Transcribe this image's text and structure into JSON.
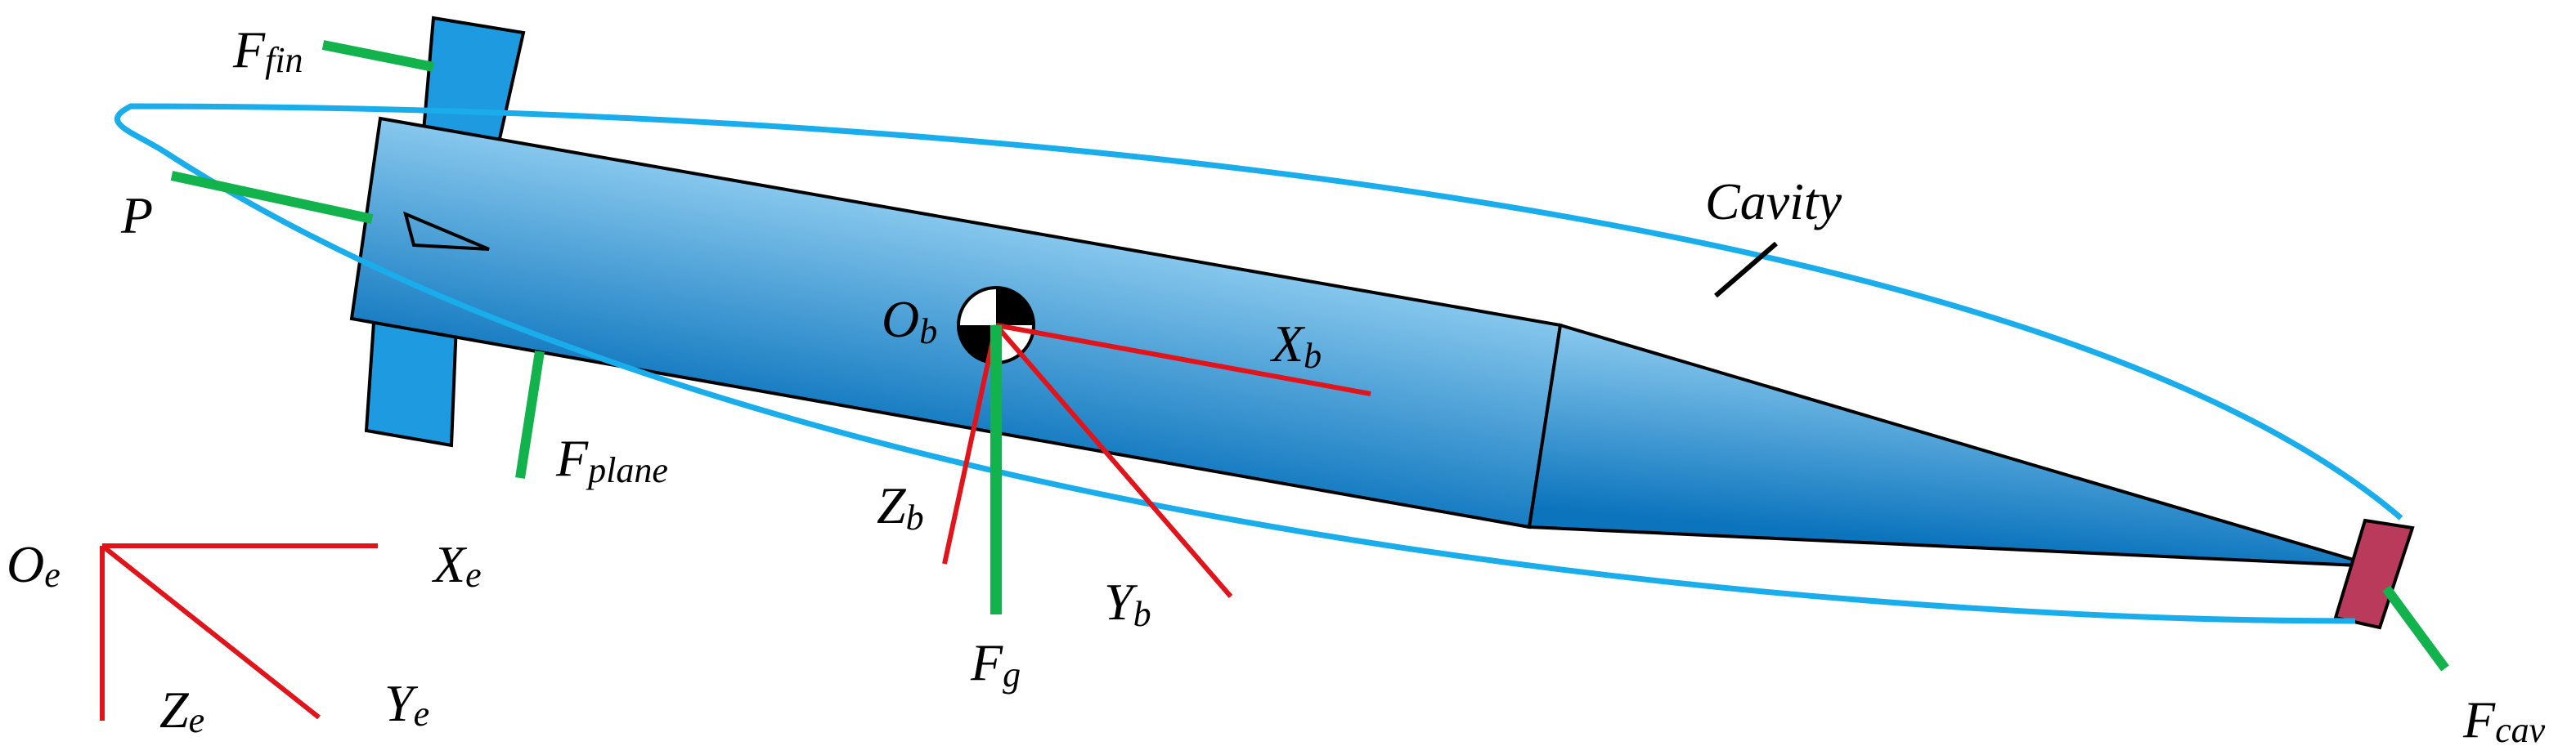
{
  "labels": {
    "cavity": "Cavity",
    "p": "P",
    "f_fin": {
      "main": "F",
      "sub": "fin"
    },
    "f_plane": {
      "main": "F",
      "sub": "plane"
    },
    "f_g": {
      "main": "F",
      "sub": "g"
    },
    "f_cav": {
      "main": "F",
      "sub": "cav"
    },
    "o_b": {
      "main": "O",
      "sub": "b"
    },
    "x_b": {
      "main": "X",
      "sub": "b"
    },
    "y_b": {
      "main": "Y",
      "sub": "b"
    },
    "z_b": {
      "main": "Z",
      "sub": "b"
    },
    "o_e": {
      "main": "O",
      "sub": "e"
    },
    "x_e": {
      "main": "X",
      "sub": "e"
    },
    "y_e": {
      "main": "Y",
      "sub": "e"
    },
    "z_e": {
      "main": "Z",
      "sub": "e"
    }
  },
  "colors": {
    "body_light": "#8ccbef",
    "body_dark": "#0b74bd",
    "fin": "#1e9be0",
    "cavity_outline": "#19adec",
    "cavitator": "#b93a5b",
    "force_arrow": "#12b24c",
    "axis_arrow": "#e2141b",
    "outline": "#000000"
  }
}
